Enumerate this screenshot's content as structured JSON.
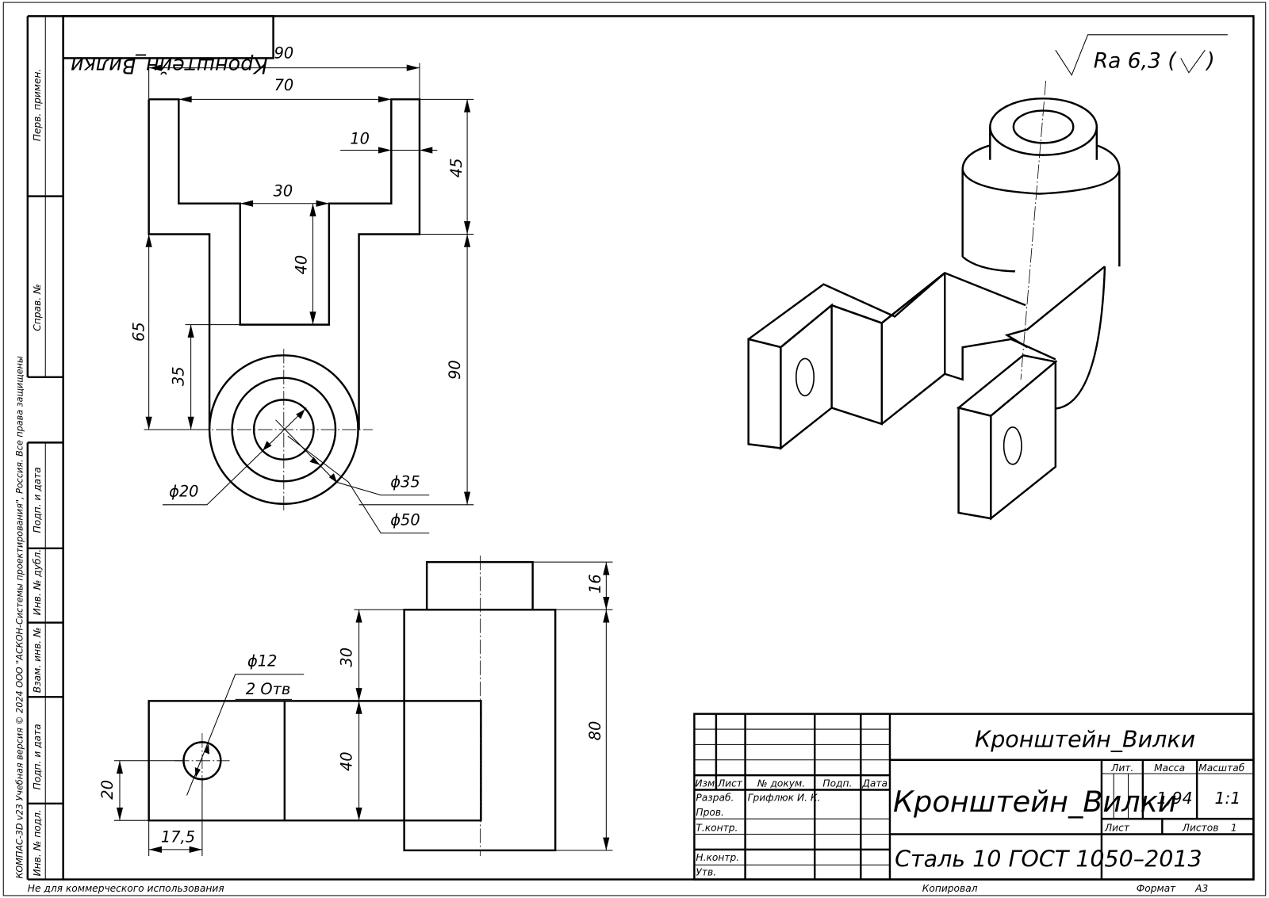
{
  "drawing": {
    "name_mirrored": "Кронштейн_Вилки",
    "roughness": "Ra 6,3 (",
    "roughness_tail": ")",
    "dims_front": {
      "d90": "90",
      "d70": "70",
      "d10": "10",
      "d45": "45",
      "d30": "30",
      "d40": "40",
      "d65": "65",
      "d35": "35",
      "d90v": "90",
      "phi20": "ϕ20",
      "phi35": "ϕ35",
      "phi50": "ϕ50"
    },
    "dims_side": {
      "d16": "16",
      "d30": "30",
      "d40": "40",
      "d80": "80",
      "d20": "20",
      "d17_5": "17,5",
      "phi12": "ϕ12",
      "holes": "2 Отв"
    }
  },
  "side_stamp": {
    "perv_primen": "Перв. примен.",
    "sprav": "Справ. №",
    "podp_data_1": "Подп. и дата",
    "inv_dubl": "Инв. № дубл.",
    "vzam_inv": "Взам. инв. №",
    "podp_data_2": "Подп. и дата",
    "inv_podl": "Инв. № подл.",
    "copyright": "КОМПАС-3D v23 Учебная версия © 2024 ООО \"АСКОН-Системы проектирования\", Россия. Все права защищены"
  },
  "title_block": {
    "designation": "Кронштейн_Вилки",
    "name": "Кронштейн_Вилки",
    "material": "Сталь 10 ГОСТ 1050–2013",
    "headers": {
      "izm": "Изм.",
      "list": "Лист",
      "doc": "№ докум.",
      "podp": "Подп.",
      "data": "Дата"
    },
    "roles": {
      "razrab": "Разраб.",
      "prov": "Пров.",
      "tkontr": "Т.контр.",
      "nkontr": "Н.контр.",
      "utv": "Утв."
    },
    "developer": "Грифлюк И. К.",
    "lit_label": "Лит.",
    "mass_label": "Масса",
    "scale_label": "Масштаб",
    "mass": "1,94",
    "scale": "1:1",
    "sheet_label": "Лист",
    "sheets_label": "Листов",
    "sheets": "1"
  },
  "footer": {
    "noncommercial": "Не для коммерческого использования",
    "copied": "Копировал",
    "format_label": "Формат",
    "format": "А3"
  }
}
